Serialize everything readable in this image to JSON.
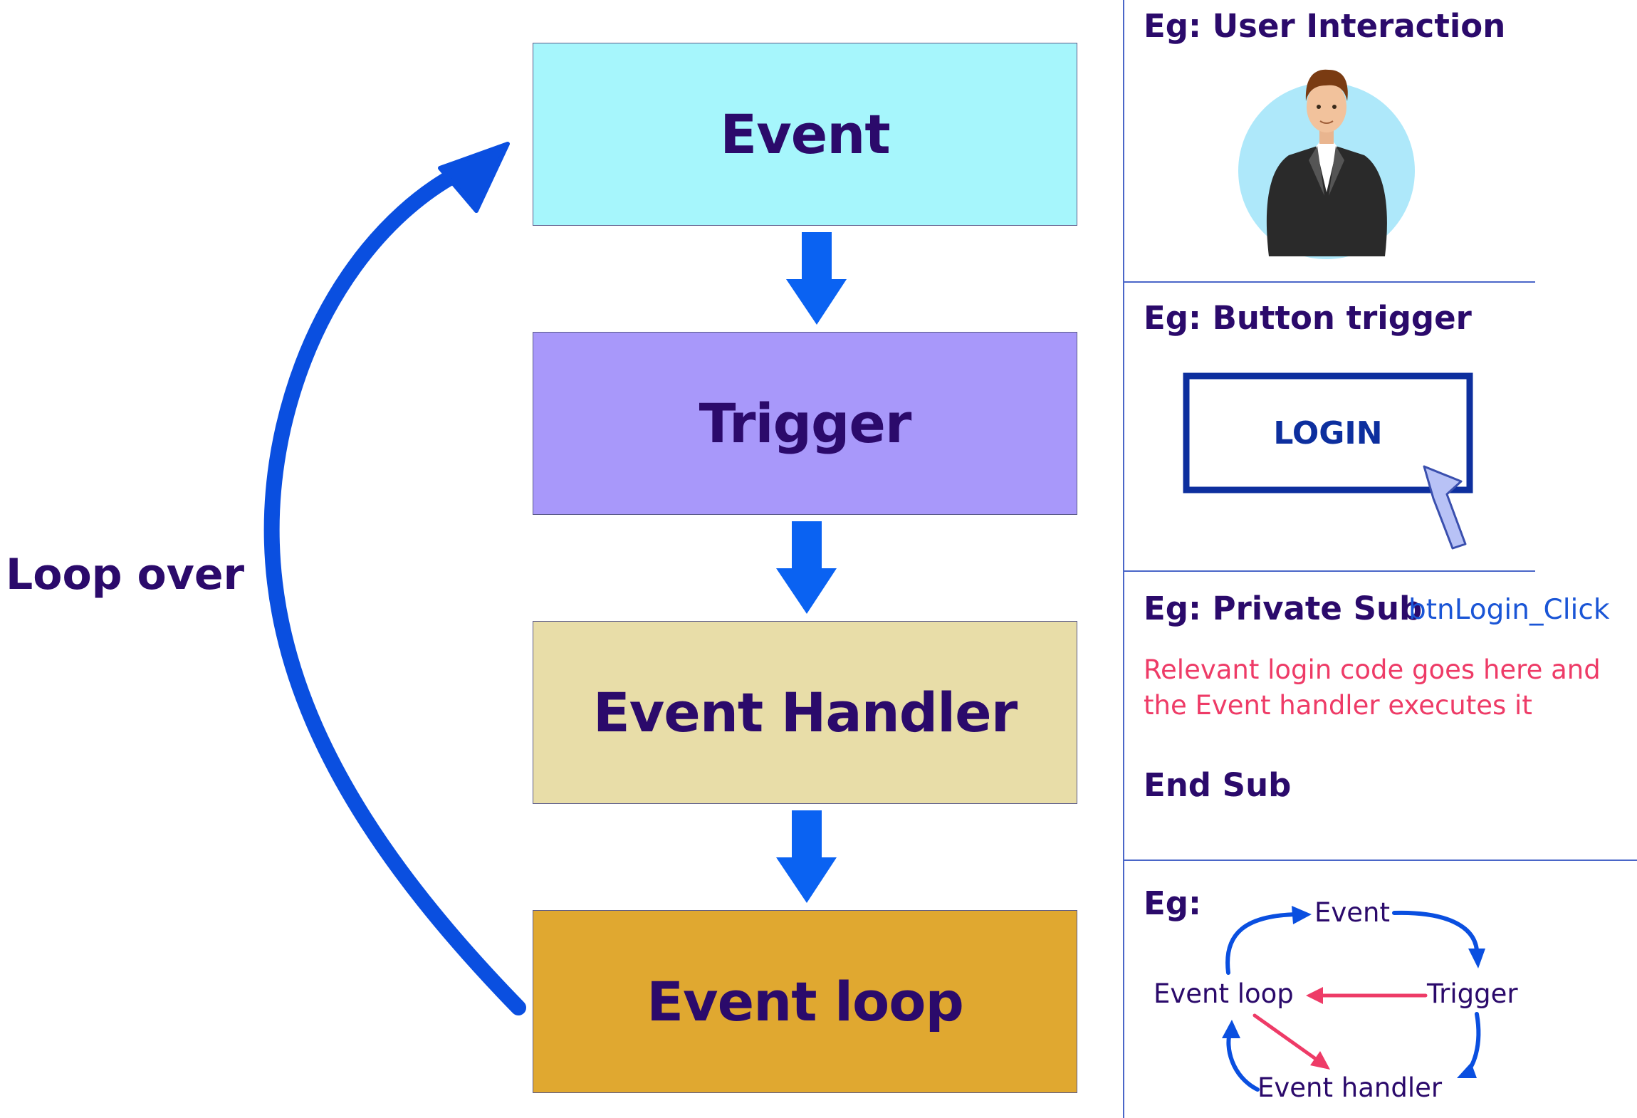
{
  "flow": {
    "event": "Event",
    "trigger": "Trigger",
    "handler": "Event Handler",
    "loop": "Event loop"
  },
  "loop_label": "Loop over",
  "panel": {
    "interaction_heading": "Eg: User Interaction",
    "button_heading": "Eg: Button trigger",
    "button_label": "LOGIN",
    "sub_heading": "Eg: Private Sub",
    "sub_name": "btnLogin_Click",
    "code_line1": "Relevant login code goes here and",
    "code_line2": "the Event handler executes it",
    "end_sub": "End Sub",
    "cycle_heading": "Eg:",
    "cycle": {
      "event": "Event",
      "trigger": "Trigger",
      "handler": "Event handler",
      "loop": "Event loop"
    }
  },
  "colors": {
    "event_box": "#a6f6fc",
    "trigger_box": "#a898fa",
    "handler_box": "#e8dda8",
    "loop_box": "#e0a830",
    "arrow_blue": "#0a62f2",
    "loop_arrow": "#0a4fe0",
    "text_dark": "#2b0a6b",
    "code_red": "#ee3b67",
    "login_border": "#0d2f9e",
    "cycle_red": "#ee3b67"
  },
  "icons": [
    "person-avatar-icon",
    "cursor-pointer-icon"
  ]
}
